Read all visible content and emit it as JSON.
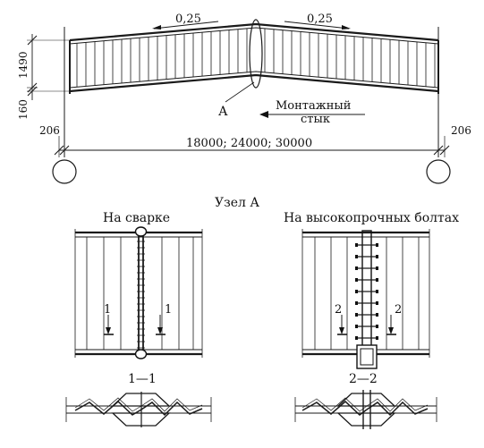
{
  "slope_left": "0,25",
  "slope_right": "0,25",
  "dim_height_mid": "1490",
  "dim_height_end": "160",
  "dim_offset_left": "206",
  "dim_offset_right": "206",
  "span_text": "18000; 24000; 30000",
  "point_label": "А",
  "joint_label_line1": "Монтажный",
  "joint_label_line2": "стык",
  "node_title": "Узел А",
  "weld_title": "На сварке",
  "bolt_title": "На высокопрочных болтах",
  "section_weld_mark": "1",
  "section_bolt_mark": "2",
  "section_weld_caption": "1—1",
  "section_bolt_caption": "2—2"
}
